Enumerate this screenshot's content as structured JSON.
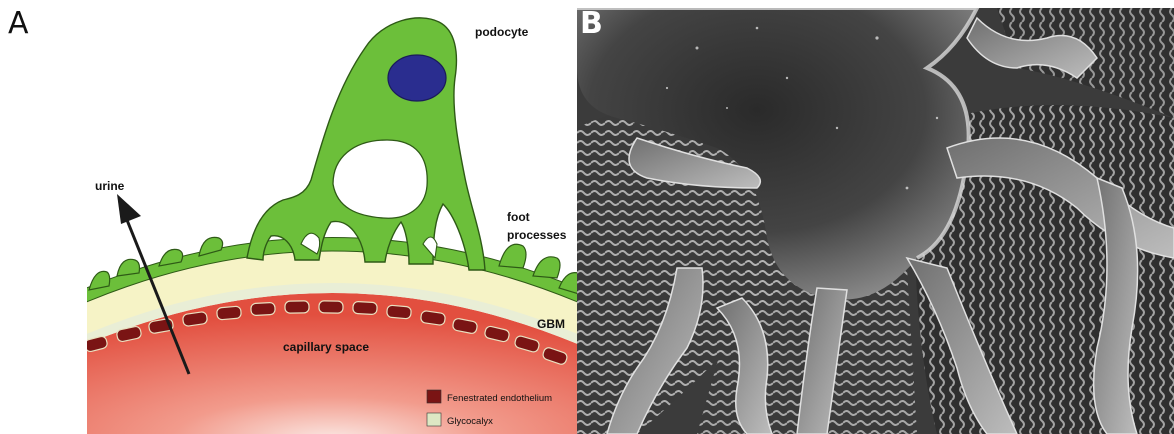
{
  "panels": {
    "a": {
      "letter": "A"
    },
    "b": {
      "letter": "B"
    }
  },
  "diagram": {
    "labels": {
      "podocyte": "podocyte",
      "urine": "urine",
      "foot_processes_line1": "foot",
      "foot_processes_line2": "processes",
      "gbm": "GBM",
      "capillary_space": "capillary space"
    },
    "legend": [
      {
        "label": "Fenestrated endothelium",
        "color": "#7a1414"
      },
      {
        "label": "Glycocalyx",
        "color": "#dde8c4"
      }
    ],
    "colors": {
      "podocyte": "#6cbf3a",
      "nucleus": "#2a2d8f",
      "gbm": "#f5f2c4",
      "capillary": "#e8604e",
      "endothelium": "#7a1414",
      "glycocalyx": "#e7edd3"
    }
  },
  "micrograph": {
    "description_icon": "scanning-electron-micrograph"
  }
}
